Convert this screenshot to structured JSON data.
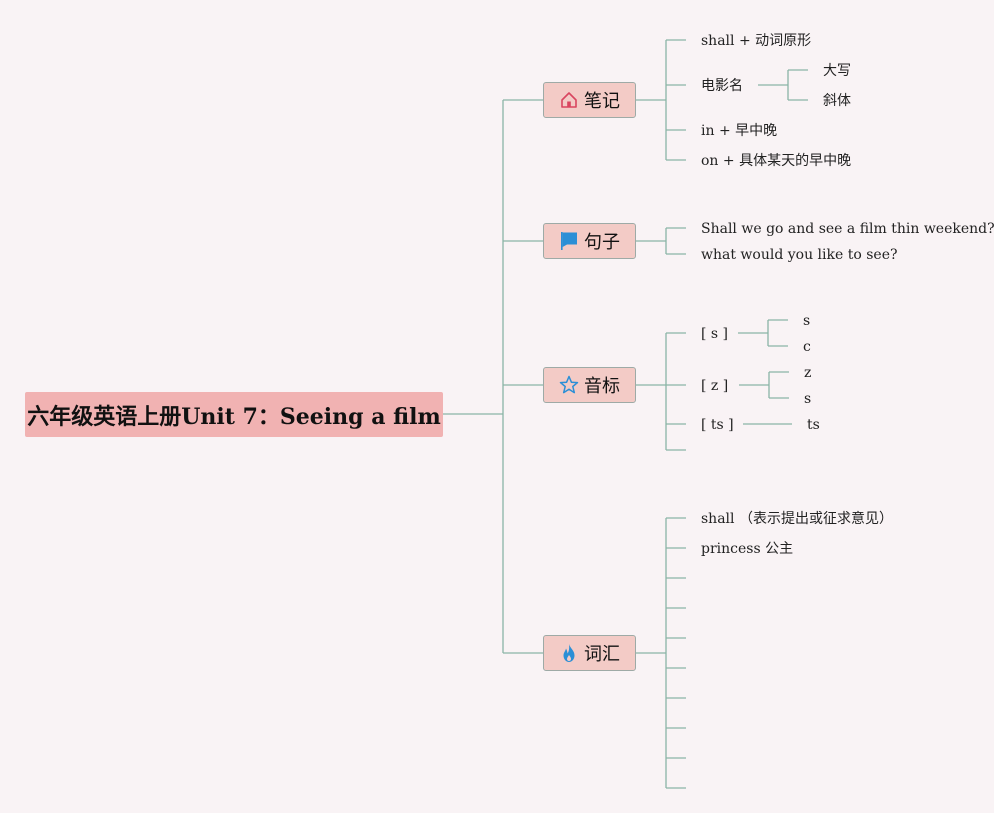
{
  "root": {
    "title": "六年级英语上册Unit 7：Seeing a film"
  },
  "branches": {
    "notes": {
      "label": "笔记",
      "icon": "home-icon",
      "items": [
        "shall  + 动词原形",
        "电影名",
        "in + 早中晚",
        "on + 具体某天的早中晚"
      ],
      "film_name_children": [
        "大写",
        "斜体"
      ]
    },
    "sentences": {
      "label": "句子",
      "icon": "flag-icon",
      "items": [
        "Shall we go and see a film thin weekend?",
        "what would you like to see?"
      ]
    },
    "phonetics": {
      "label": "音标",
      "icon": "star-icon",
      "items": [
        "[ s ]",
        "[ z ]",
        "[ ts ]"
      ],
      "s_children": [
        "s",
        "c"
      ],
      "z_children": [
        "z",
        "s"
      ],
      "ts_children": [
        "ts"
      ]
    },
    "vocabulary": {
      "label": "词汇",
      "icon": "fire-icon",
      "items": [
        "shall （表示提出或征求意见）",
        "princess 公主"
      ]
    }
  },
  "colors": {
    "background": "#f9f3f5",
    "root_fill": "#f1b2b2",
    "branch_fill": "#f3cbc6",
    "connector": "#8ab5a6"
  }
}
